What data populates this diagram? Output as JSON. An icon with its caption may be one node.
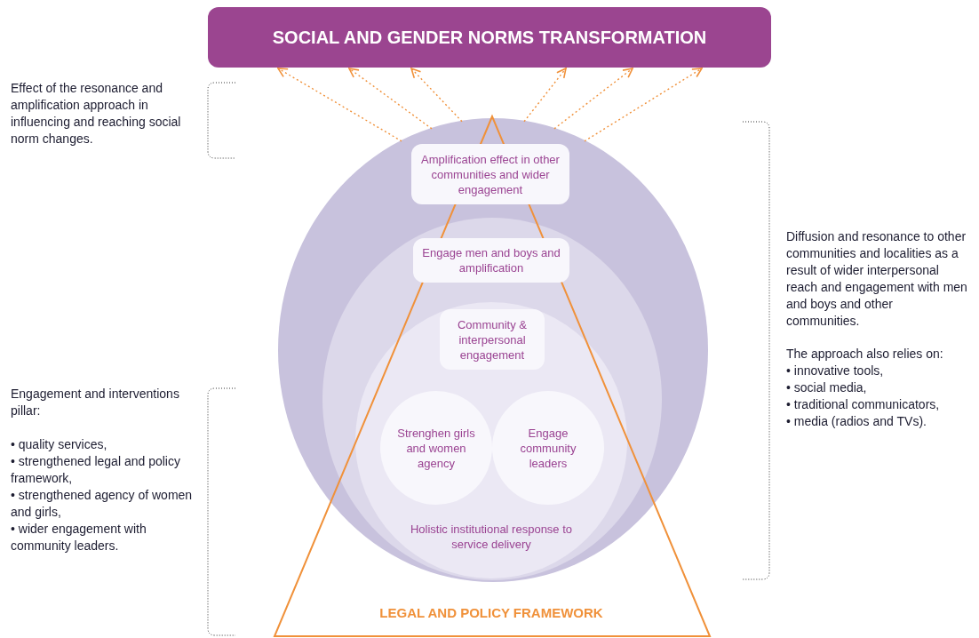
{
  "diagram": {
    "nodes": [
      {
        "text": [
          "SOCIAL AND GENDER NORMS TRANSFORMATION"
        ]
      },
      {
        "text": [
          "Amplification effect in other communities and wider engagement"
        ]
      },
      {
        "text": [
          "Engage men and boys and amplification"
        ],
        "in": 1
      },
      {
        "text": [
          "Community & interpersonal engagement",
          "Holistic institutional response to service delivery"
        ],
        "in": 2
      },
      {
        "text": [
          "Strenghen girls and women agency"
        ],
        "in": 3
      },
      {
        "text": [
          "Engage community leaders"
        ],
        "in": 3
      },
      {
        "text": [
          "LEGAL AND POLICY FRAMEWORK"
        ]
      }
    ],
    "edges": [
      {
        "from": 1,
        "to": 0,
        "arrow": "to",
        "style": "dashed"
      },
      {
        "from": 1,
        "to": 0,
        "arrow": "to",
        "style": "dashed"
      },
      {
        "from": 1,
        "to": 0,
        "arrow": "to",
        "style": "dashed"
      },
      {
        "from": 1,
        "to": 0,
        "arrow": "to",
        "style": "dashed"
      },
      {
        "from": 1,
        "to": 0,
        "arrow": "to",
        "style": "dashed"
      },
      {
        "from": 1,
        "to": 0,
        "arrow": "to",
        "style": "dashed"
      }
    ],
    "labels": [
      "Effect of the resonance and amplification approach in influencing and reaching social norm changes.",
      "Diffusion and resonance to other communities and localities as a result of wider interpersonal reach and engagement with men and boys and other communities.",
      "The approach also relies on:",
      "• innovative tools,",
      "• social media,",
      "• traditional communicators,",
      "• media (radios and TVs).",
      "Engagement and interventions pillar:",
      "• quality services,",
      "• strengthened legal and policy framework,",
      "• strengthened agency of women and girls,",
      "• wider engagement with community leaders."
    ]
  }
}
